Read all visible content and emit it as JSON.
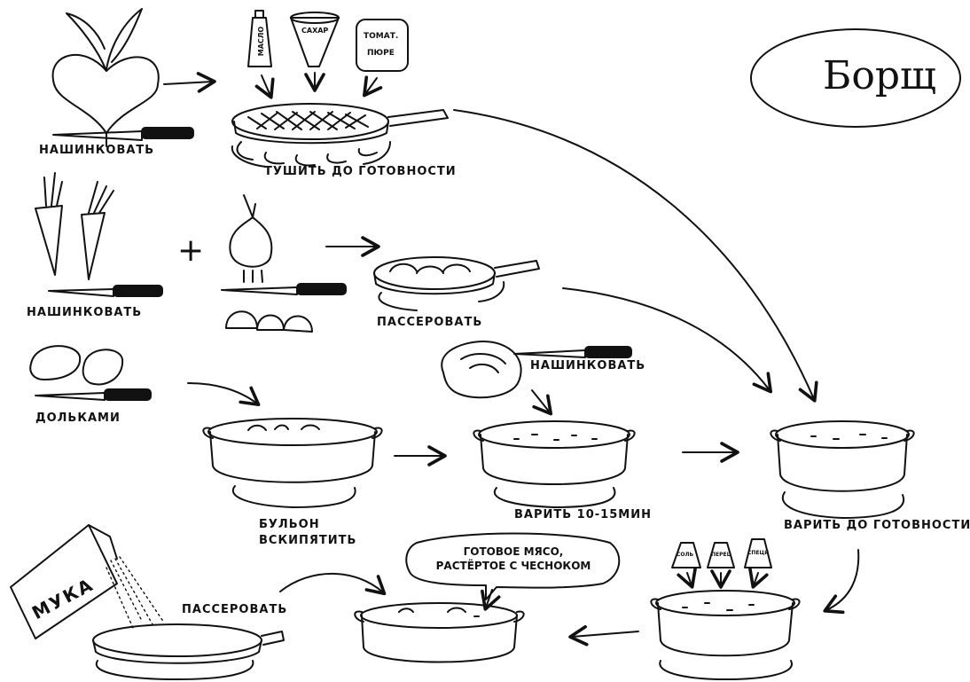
{
  "title": "Борщ",
  "steps": {
    "beet_chop": "НАШИНКОВАТЬ",
    "stew": "ТУШИТЬ ДО ГОТОВНОСТИ",
    "carrot_chop": "НАШИНКОВАТЬ",
    "saute_veg": "ПАССЕРОВАТЬ",
    "potato_cut": "ДОЛЬКАМИ",
    "cabbage_chop": "НАШИНКОВАТЬ",
    "broth": "БУЛЬОН ВСКИПЯТИТЬ",
    "cook_10_15": "ВАРИТЬ 10-15МИН",
    "cook_done": "ВАРИТЬ ДО ГОТОВНОСТИ",
    "saute_flour": "ПАССЕРОВАТЬ"
  },
  "ingredients": {
    "oil": "МАСЛО",
    "sugar": "САХАР",
    "tomato_line1": "ТОМАТ.",
    "tomato_line2": "ПЮРЕ",
    "flour": "МУКА",
    "salt": "СОЛЬ",
    "pepper": "ПЕРЕЦ",
    "spices": "СПЕЦИ"
  },
  "speech": {
    "line1": "ГОТОВОЕ МЯСО,",
    "line2": "РАСТЁРТОЕ С ЧЕСНОКОМ"
  },
  "plus_sign": "+"
}
